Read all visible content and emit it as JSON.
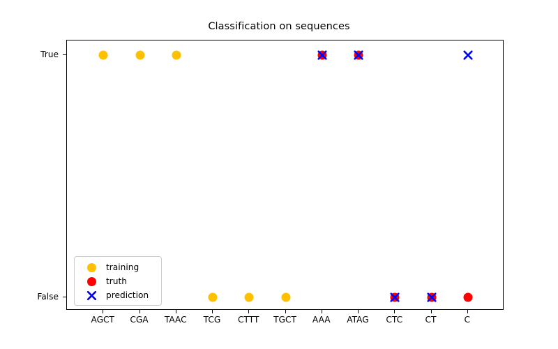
{
  "chart_data": {
    "type": "scatter",
    "title": "Classification on sequences",
    "xlabel": "",
    "ylabel": "",
    "categories": [
      "AGCT",
      "CGA",
      "TAAC",
      "TCG",
      "CTTT",
      "TGCT",
      "AAA",
      "ATAG",
      "CTC",
      "CT",
      "C"
    ],
    "ytick_labels": [
      "False",
      "True"
    ],
    "ylim": [
      "False",
      "True"
    ],
    "grid": false,
    "legend_position": "lower left",
    "colors": {
      "training": "#FFC000",
      "truth": "#FF0000",
      "prediction": "#0000FF",
      "axes": "#000000",
      "background": "#FFFFFF"
    },
    "series": [
      {
        "name": "training",
        "marker": "circle",
        "color": "#FFC000",
        "points": [
          {
            "x": "AGCT",
            "y": "True"
          },
          {
            "x": "CGA",
            "y": "True"
          },
          {
            "x": "TAAC",
            "y": "True"
          },
          {
            "x": "TCG",
            "y": "False"
          },
          {
            "x": "CTTT",
            "y": "False"
          },
          {
            "x": "TGCT",
            "y": "False"
          }
        ]
      },
      {
        "name": "truth",
        "marker": "circle",
        "color": "#FF0000",
        "points": [
          {
            "x": "AAA",
            "y": "True"
          },
          {
            "x": "ATAG",
            "y": "True"
          },
          {
            "x": "CTC",
            "y": "False"
          },
          {
            "x": "CT",
            "y": "False"
          },
          {
            "x": "C",
            "y": "False"
          }
        ]
      },
      {
        "name": "prediction",
        "marker": "x",
        "color": "#0000FF",
        "points": [
          {
            "x": "AAA",
            "y": "True"
          },
          {
            "x": "ATAG",
            "y": "True"
          },
          {
            "x": "CTC",
            "y": "False"
          },
          {
            "x": "CT",
            "y": "False"
          },
          {
            "x": "C",
            "y": "True"
          }
        ]
      }
    ]
  },
  "legend": {
    "entries": [
      {
        "label": "training",
        "marker": "circle",
        "color": "#FFC000"
      },
      {
        "label": "truth",
        "marker": "circle",
        "color": "#FF0000"
      },
      {
        "label": "prediction",
        "marker": "x",
        "color": "#0000FF"
      }
    ]
  }
}
